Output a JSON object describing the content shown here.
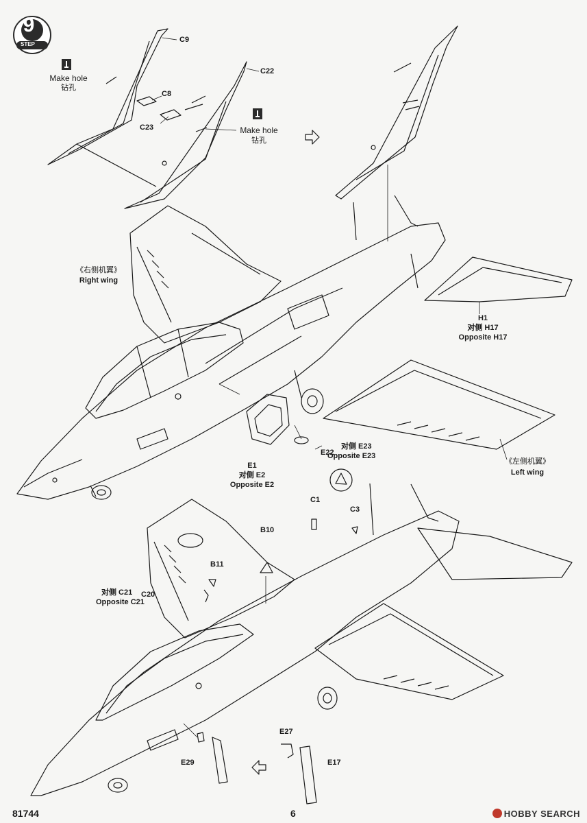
{
  "step": {
    "number": "9",
    "word": "STEP"
  },
  "make_hole": [
    {
      "en": "Make hole",
      "zh": "钻孔"
    },
    {
      "en": "Make hole",
      "zh": "钻孔"
    }
  ],
  "parts_top": {
    "c9": "C9",
    "c8": "C8",
    "c22": "C22",
    "c23": "C23"
  },
  "right_wing": {
    "zh": "《右侧机翼》",
    "en": "Right wing"
  },
  "left_wing": {
    "zh": "《左侧机翼》",
    "en": "Left wing"
  },
  "h1": {
    "part": "H1",
    "opp_zh": "对侧 H17",
    "opp_en": "Opposite H17"
  },
  "e1": {
    "part": "E1",
    "opp_zh": "对侧 E2",
    "opp_en": "Opposite E2"
  },
  "e22": {
    "part": "E22"
  },
  "e23": {
    "opp_zh": "对侧 E23",
    "opp_en": "Opposite E23"
  },
  "parts_bottom": {
    "c1": "C1",
    "c3": "C3",
    "b10": "B10",
    "b11": "B11",
    "c20": "C20",
    "c21_zh": "对侧 C21",
    "c21_en": "Opposite C21",
    "e29": "E29",
    "e27": "E27",
    "e17": "E17"
  },
  "footer": {
    "kit_no": "81744",
    "page_no": "6"
  },
  "watermark": {
    "text": "HOBBY SEARCH"
  },
  "colors": {
    "line": "#1a1a1a",
    "badge": "#2b2b2b",
    "brand": "#c0392b"
  }
}
